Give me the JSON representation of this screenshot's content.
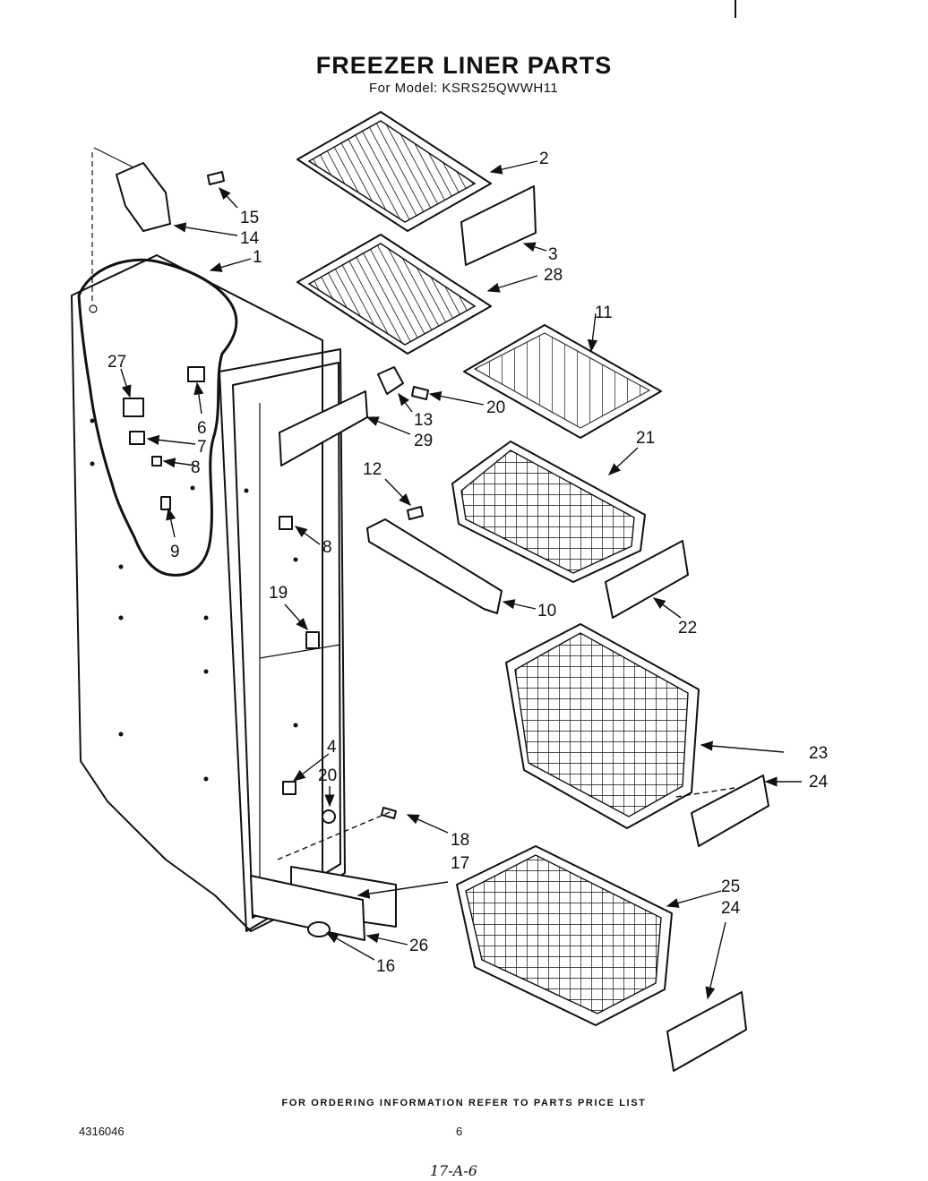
{
  "title": "FREEZER LINER PARTS",
  "subtitle": "For Model: KSRS25QWWH11",
  "footer": "FOR ORDERING INFORMATION REFER TO PARTS PRICE LIST",
  "document_number": "4316046",
  "page_number": "6",
  "handwritten_note": "17-A-6",
  "callouts": {
    "c1": "1",
    "c2": "2",
    "c3": "3",
    "c4": "4",
    "c6": "6",
    "c7": "7",
    "c8a": "8",
    "c8b": "8",
    "c9": "9",
    "c10": "10",
    "c11": "11",
    "c12": "12",
    "c13": "13",
    "c14": "14",
    "c15": "15",
    "c16": "16",
    "c17": "17",
    "c18": "18",
    "c19": "19",
    "c20a": "20",
    "c20b": "20",
    "c21": "21",
    "c22": "22",
    "c23": "23",
    "c24a": "24",
    "c24b": "24",
    "c25": "25",
    "c26": "26",
    "c27": "27",
    "c28": "28",
    "c29": "29"
  }
}
